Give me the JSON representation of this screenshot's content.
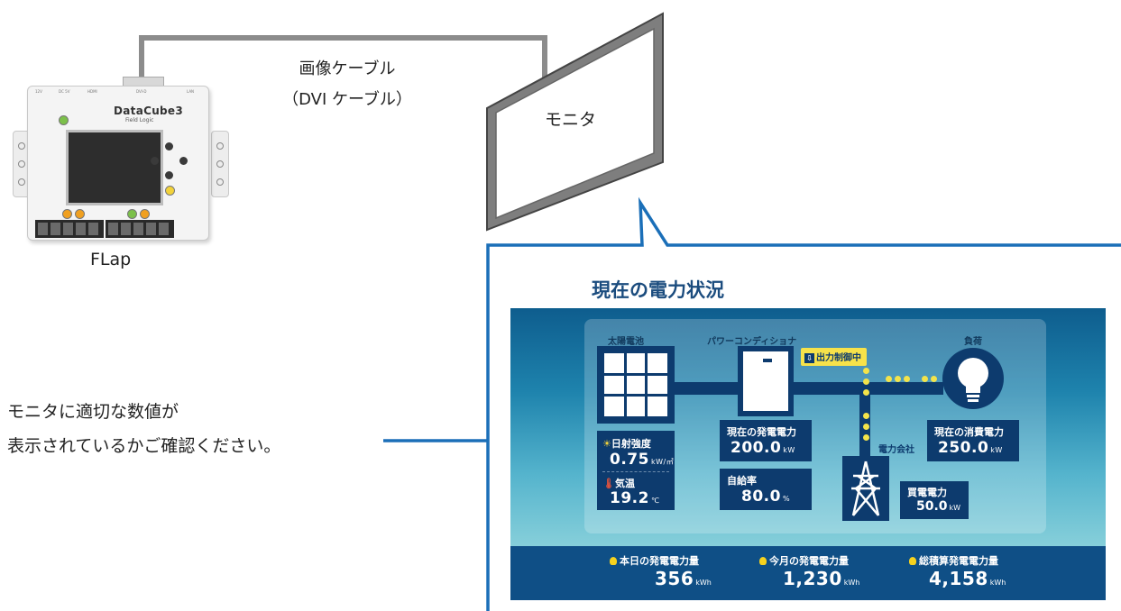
{
  "cable": {
    "line1": "画像ケーブル",
    "line2": "（DVI ケーブル）"
  },
  "device": {
    "name": "FLap",
    "brand": "DataCube3",
    "maker": "Field Logic",
    "port_labels": [
      "12V",
      "DC 5V",
      "HDMI",
      "DVI-D",
      "LAN"
    ]
  },
  "monitor": {
    "label": "モニタ"
  },
  "note": {
    "line1": "モニタに適切な数値が",
    "line2": "表示されているかご確認ください。"
  },
  "dashboard": {
    "title": "現在の電力状況",
    "solar_label": "太陽電池",
    "pcs_label": "パワーコンディショナ",
    "output_control": "出力制御中",
    "load_label": "負荷",
    "utility_label": "電力会社",
    "irradiance": {
      "label": "日射強度",
      "value": "0.75",
      "unit": "kW/㎡"
    },
    "temperature": {
      "label": "気温",
      "value": "19.2",
      "unit": "℃"
    },
    "generation": {
      "label": "現在の発電電力",
      "value": "200.0",
      "unit": "kW"
    },
    "self_sufficiency": {
      "label": "自給率",
      "value": "80.0",
      "unit": "%"
    },
    "consumption": {
      "label": "現在の消費電力",
      "value": "250.0",
      "unit": "kW"
    },
    "purchase": {
      "label": "買電電力",
      "value": "50.0",
      "unit": "kW"
    },
    "footer": [
      {
        "label": "本日の発電電力量",
        "value": "356",
        "unit": "kWh"
      },
      {
        "label": "今月の発電電力量",
        "value": "1,230",
        "unit": "kWh"
      },
      {
        "label": "総積算発電電力量",
        "value": "4,158",
        "unit": "kWh"
      }
    ]
  },
  "colors": {
    "connector_blue": "#1b6fb8",
    "cable_gray": "#8c8c8c",
    "navy": "#0d3b6e",
    "accent_yellow": "#f3e34a"
  }
}
